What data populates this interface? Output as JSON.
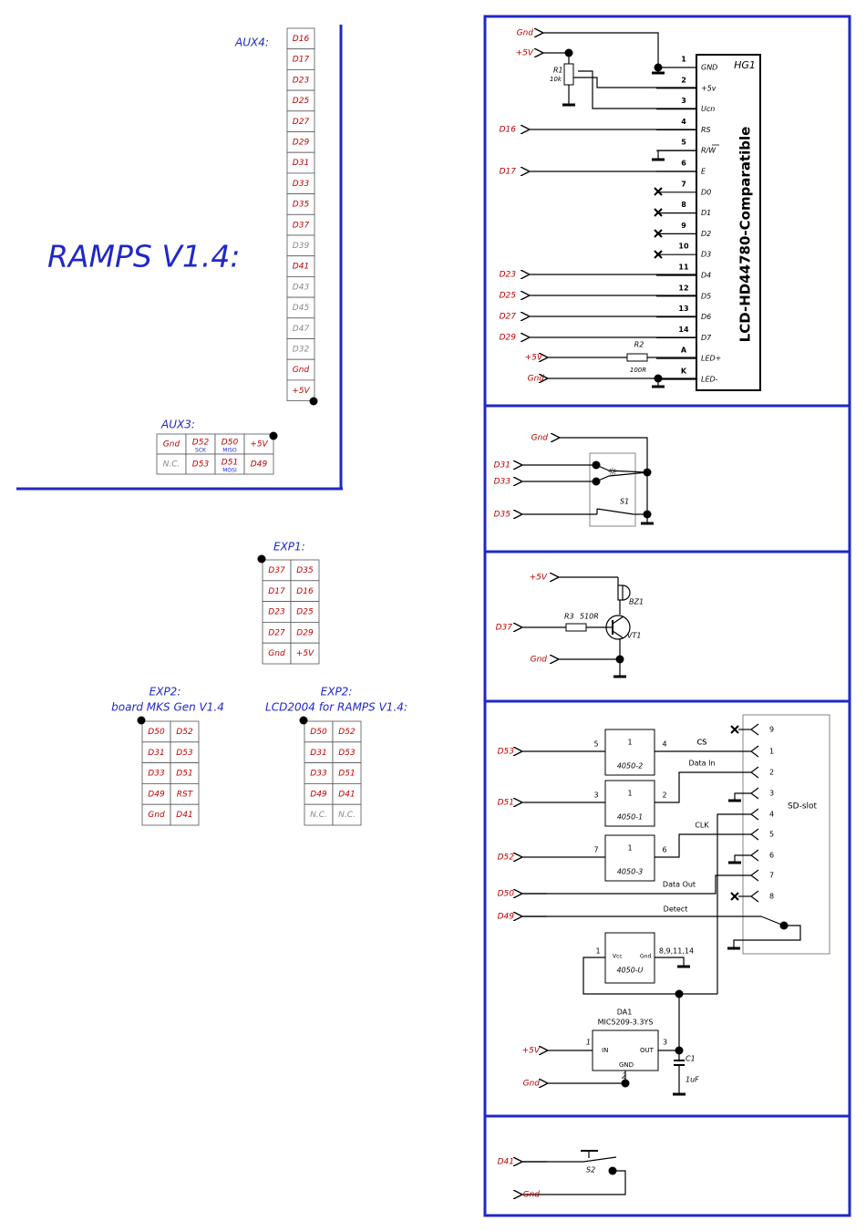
{
  "title": "RAMPS V1.4:",
  "colors": {
    "frame": "#1f28c8",
    "label_blue": "#1f28c8",
    "pin_red": "#c00000",
    "pin_gray": "#888888",
    "wire": "#000000"
  },
  "aux4": {
    "label": "AUX4:",
    "pins": [
      {
        "name": "D16",
        "used": true
      },
      {
        "name": "D17",
        "used": true
      },
      {
        "name": "D23",
        "used": true
      },
      {
        "name": "D25",
        "used": true
      },
      {
        "name": "D27",
        "used": true
      },
      {
        "name": "D29",
        "used": true
      },
      {
        "name": "D31",
        "used": true
      },
      {
        "name": "D33",
        "used": true
      },
      {
        "name": "D35",
        "used": true
      },
      {
        "name": "D37",
        "used": true
      },
      {
        "name": "D39",
        "used": false
      },
      {
        "name": "D41",
        "used": true
      },
      {
        "name": "D43",
        "used": false
      },
      {
        "name": "D45",
        "used": false
      },
      {
        "name": "D47",
        "used": false
      },
      {
        "name": "D32",
        "used": false
      },
      {
        "name": "Gnd",
        "used": true
      },
      {
        "name": "+5V",
        "used": true
      }
    ]
  },
  "aux3": {
    "label": "AUX3:",
    "rows": [
      [
        {
          "name": "Gnd",
          "used": true,
          "sub": ""
        },
        {
          "name": "D52",
          "used": true,
          "sub": "SCK"
        },
        {
          "name": "D50",
          "used": true,
          "sub": "MISO"
        },
        {
          "name": "+5V",
          "used": true,
          "sub": ""
        }
      ],
      [
        {
          "name": "N.C.",
          "used": false,
          "sub": ""
        },
        {
          "name": "D53",
          "used": true,
          "sub": ""
        },
        {
          "name": "D51",
          "used": true,
          "sub": "MOSI"
        },
        {
          "name": "D49",
          "used": true,
          "sub": ""
        }
      ]
    ]
  },
  "exp1": {
    "label": "EXP1:",
    "rows": [
      [
        "D37",
        "D35"
      ],
      [
        "D17",
        "D16"
      ],
      [
        "D23",
        "D25"
      ],
      [
        "D27",
        "D29"
      ],
      [
        "Gnd",
        "+5V"
      ]
    ]
  },
  "exp2_mks": {
    "label1": "EXP2:",
    "label2": "board MKS Gen V1.4",
    "rows": [
      [
        "D50",
        "D52"
      ],
      [
        "D31",
        "D53"
      ],
      [
        "D33",
        "D51"
      ],
      [
        "D49",
        "RST"
      ],
      [
        "Gnd",
        "D41"
      ]
    ]
  },
  "exp2_lcd": {
    "label1": "EXP2:",
    "label2": "LCD2004 for RAMPS V1.4:",
    "rows": [
      [
        "D50",
        "D52"
      ],
      [
        "D31",
        "D53"
      ],
      [
        "D33",
        "D51"
      ],
      [
        "D49",
        "D41"
      ],
      [
        "N.C.",
        "N.C."
      ]
    ]
  },
  "lcd": {
    "ref": "HG1",
    "name": "LCD-HD44780-Comparatible",
    "pins": [
      {
        "num": "1",
        "func": "GND",
        "net": "Gnd"
      },
      {
        "num": "2",
        "func": "+5v",
        "net": "+5V"
      },
      {
        "num": "3",
        "func": "Ucn",
        "net": ""
      },
      {
        "num": "4",
        "func": "RS",
        "net": "D16"
      },
      {
        "num": "5",
        "func": "R/W",
        "net": ""
      },
      {
        "num": "6",
        "func": "E",
        "net": "D17"
      },
      {
        "num": "7",
        "func": "D0",
        "net": ""
      },
      {
        "num": "8",
        "func": "D1",
        "net": ""
      },
      {
        "num": "9",
        "func": "D2",
        "net": ""
      },
      {
        "num": "10",
        "func": "D3",
        "net": ""
      },
      {
        "num": "11",
        "func": "D4",
        "net": "D23"
      },
      {
        "num": "12",
        "func": "D5",
        "net": "D25"
      },
      {
        "num": "13",
        "func": "D6",
        "net": "D27"
      },
      {
        "num": "14",
        "func": "D7",
        "net": "D29"
      },
      {
        "num": "A",
        "func": "LED+",
        "net": "+5V"
      },
      {
        "num": "K",
        "func": "LED-",
        "net": "Gnd"
      }
    ],
    "r1": {
      "ref": "R1",
      "value": "10k"
    },
    "r2": {
      "ref": "R2",
      "value": "100R"
    }
  },
  "encoder": {
    "ref": "S1",
    "nets": {
      "gnd": "Gnd",
      "a": "D31",
      "b": "D33",
      "btn": "D35"
    }
  },
  "buzzer": {
    "bz": "BZ1",
    "vt": "VT1",
    "r3": "R3",
    "r3_value": "510R",
    "nets": {
      "vcc": "+5V",
      "in": "D37",
      "gnd": "Gnd"
    }
  },
  "sd": {
    "slot": "SD-slot",
    "buf2": {
      "unit": "1",
      "name": "4050-2",
      "in_pin": "5",
      "out_pin": "4",
      "signal": "CS",
      "net": "D53"
    },
    "buf1": {
      "unit": "1",
      "name": "4050-1",
      "in_pin": "3",
      "out_pin": "2",
      "signal": "Data In",
      "net": "D51"
    },
    "buf3": {
      "unit": "1",
      "name": "4050-3",
      "in_pin": "7",
      "out_pin": "6",
      "signal": "CLK",
      "net": "D52"
    },
    "data_out": {
      "signal": "Data Out",
      "net": "D50"
    },
    "detect": {
      "signal": "Detect",
      "net": "D49"
    },
    "pwr": {
      "name": "4050-U",
      "vcc_pin": "1",
      "vcc": "Vcc",
      "gnd": "Gnd",
      "gnd_pins": "8,9,11,14"
    },
    "slot_pins": [
      "9",
      "1",
      "2",
      "3",
      "4",
      "5",
      "6",
      "7",
      "8"
    ],
    "reg": {
      "ref": "DA1",
      "part": "MIC5209-3.3YS",
      "in_pin": "1",
      "in": "IN",
      "out_pin": "3",
      "out": "OUT",
      "gnd": "GND",
      "gnd_pin": "2",
      "vin": "+5V",
      "gnd_net": "Gnd"
    },
    "cap": {
      "ref": "C1",
      "value": "1uF"
    }
  },
  "reset": {
    "ref": "S2",
    "nets": {
      "sig": "D41",
      "gnd": "Gnd"
    }
  }
}
